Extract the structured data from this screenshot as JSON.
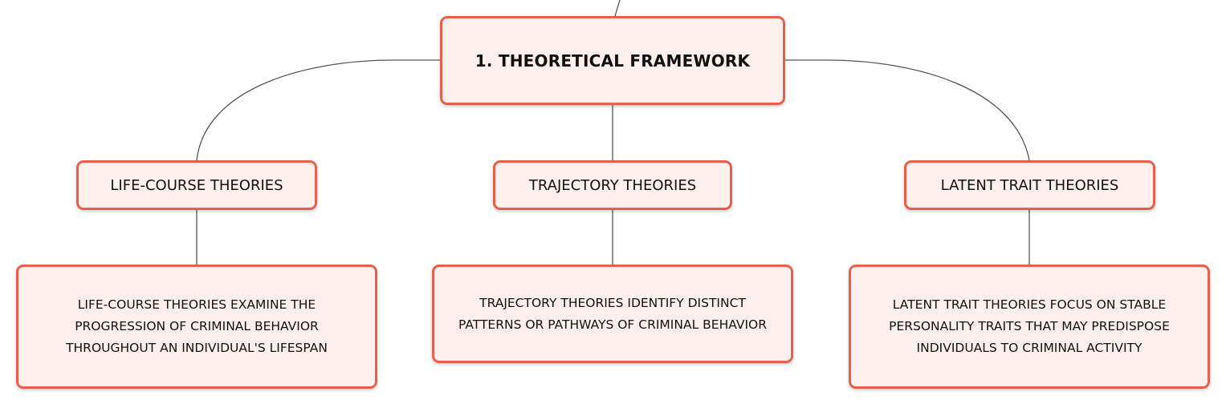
{
  "diagram": {
    "root": {
      "label": "1. THEORETICAL FRAMEWORK"
    },
    "topics": [
      {
        "label": "LIFE-COURSE THEORIES"
      },
      {
        "label": "TRAJECTORY THEORIES"
      },
      {
        "label": "LATENT TRAIT THEORIES"
      }
    ],
    "details": [
      {
        "label": "LIFE-COURSE THEORIES EXAMINE THE PROGRESSION OF CRIMINAL BEHAVIOR THROUGHOUT AN INDIVIDUAL'S LIFESPAN"
      },
      {
        "label": "TRAJECTORY THEORIES IDENTIFY DISTINCT PATTERNS OR PATHWAYS OF CRIMINAL BEHAVIOR"
      },
      {
        "label": "LATENT TRAIT THEORIES FOCUS ON STABLE PERSONALITY TRAITS THAT MAY PREDISPOSE INDIVIDUALS TO CRIMINAL ACTIVITY"
      }
    ],
    "colors": {
      "node_border": "#e8604c",
      "node_fill": "#fdf0ec",
      "connector": "#555555"
    }
  }
}
